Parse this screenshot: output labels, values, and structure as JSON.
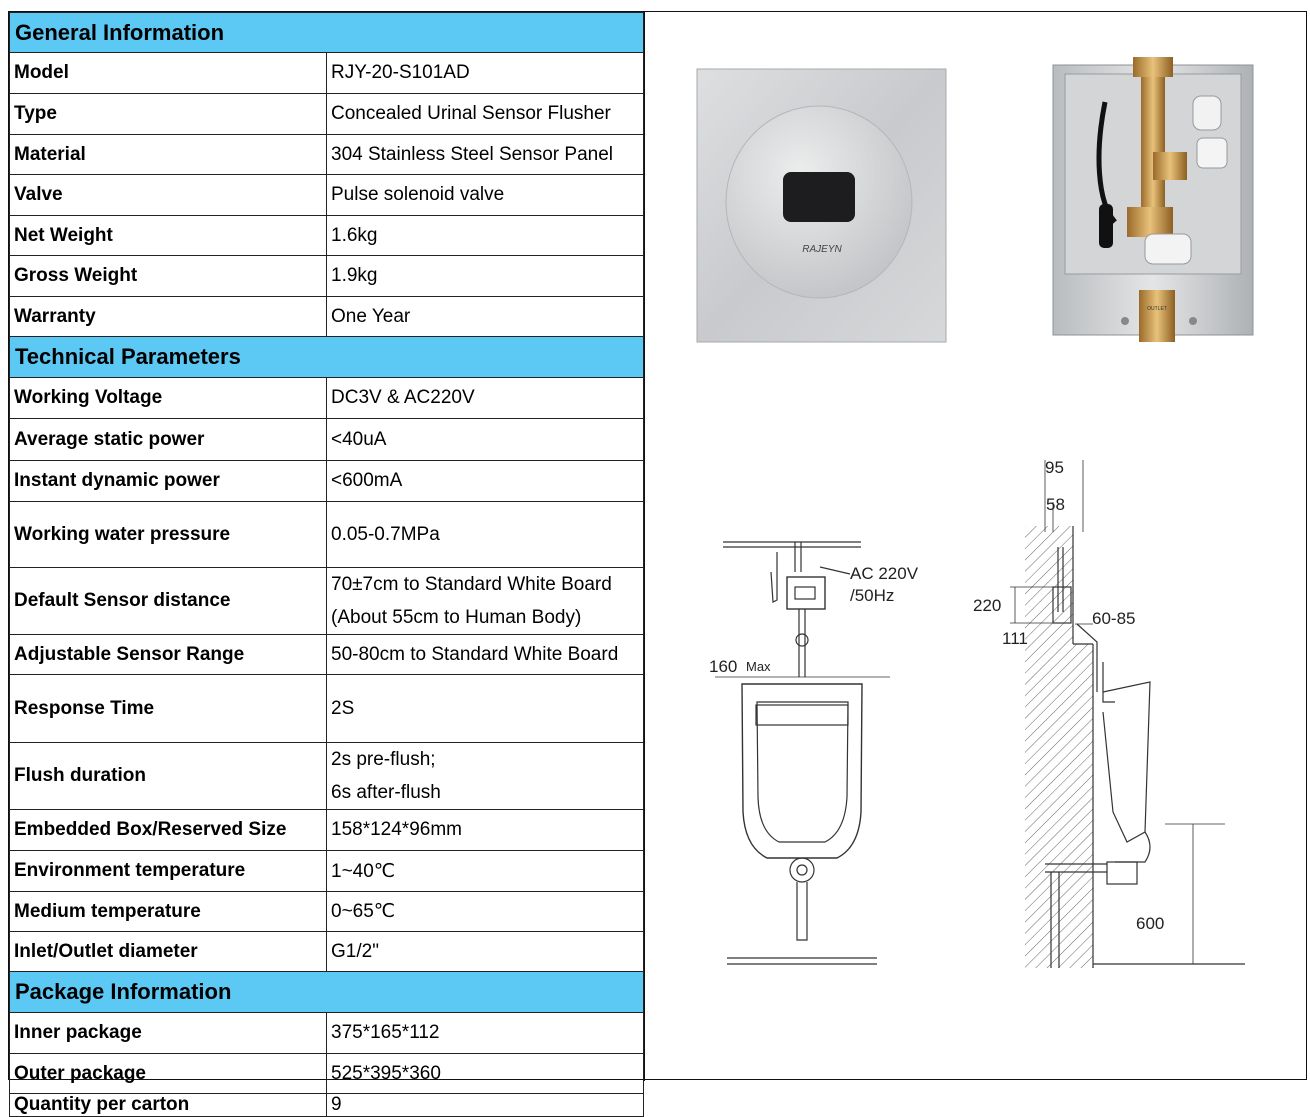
{
  "sections": [
    {
      "title": "General Information",
      "rows": [
        {
          "key": "Model",
          "value": [
            "RJY-20-S101AD"
          ]
        },
        {
          "key": "Type",
          "value": [
            "Concealed Urinal Sensor Flusher"
          ]
        },
        {
          "key": "Material",
          "value": [
            "304 Stainless Steel Sensor Panel"
          ]
        },
        {
          "key": "Valve",
          "value": [
            "Pulse solenoid valve"
          ]
        },
        {
          "key": "Net Weight",
          "value": [
            "1.6kg"
          ]
        },
        {
          "key": "Gross Weight",
          "value": [
            "1.9kg"
          ]
        },
        {
          "key": "Warranty",
          "value": [
            "One Year"
          ]
        }
      ]
    },
    {
      "title": "Technical Parameters",
      "rows": [
        {
          "key": "Working Voltage",
          "value": [
            "DC3V & AC220V"
          ]
        },
        {
          "key": "Average static power",
          "value": [
            "<40uA"
          ]
        },
        {
          "key": "Instant dynamic power",
          "value": [
            "<600mA"
          ]
        },
        {
          "key": "Working water pressure",
          "value": [
            "0.05-0.7MPa"
          ]
        },
        {
          "key": "Default Sensor distance",
          "value": [
            "70±7cm  to Standard White Board",
            "(About 55cm to Human Body)"
          ]
        },
        {
          "key": "Adjustable Sensor Range",
          "value": [
            "50-80cm to Standard White Board"
          ]
        },
        {
          "key": "Response Time",
          "value": [
            "2S"
          ]
        },
        {
          "key": "Flush duration",
          "value": [
            "2s pre-flush;",
            "6s after-flush"
          ]
        },
        {
          "key": "Embedded Box/Reserved Size",
          "value": [
            "158*124*96mm"
          ]
        },
        {
          "key": "Environment temperature",
          "value": [
            "1~40℃"
          ]
        },
        {
          "key": "Medium temperature",
          "value": [
            "0~65℃"
          ]
        },
        {
          "key": "Inlet/Outlet diameter",
          "value": [
            "G1/2\""
          ]
        }
      ]
    },
    {
      "title": "Package Information",
      "rows": [
        {
          "key": "Inner package",
          "value": [
            "375*165*112"
          ]
        },
        {
          "key": "Outer package",
          "value": [
            "525*395*360"
          ]
        },
        {
          "key": "Quantity per carton",
          "value": [
            "9"
          ]
        }
      ]
    }
  ],
  "panel_photo": {
    "brand": "RAJEYN"
  },
  "valve_box_photo": {
    "label": "OUTLET"
  },
  "front_diagram": {
    "power_label_1": "AC 220V",
    "power_label_2": "/50Hz",
    "height_label": "160",
    "height_suffix": "Max"
  },
  "side_diagram": {
    "dim_95": "95",
    "dim_58": "58",
    "dim_220": "220",
    "dim_111": "111",
    "dim_60_85": "60-85",
    "dim_600": "600"
  }
}
